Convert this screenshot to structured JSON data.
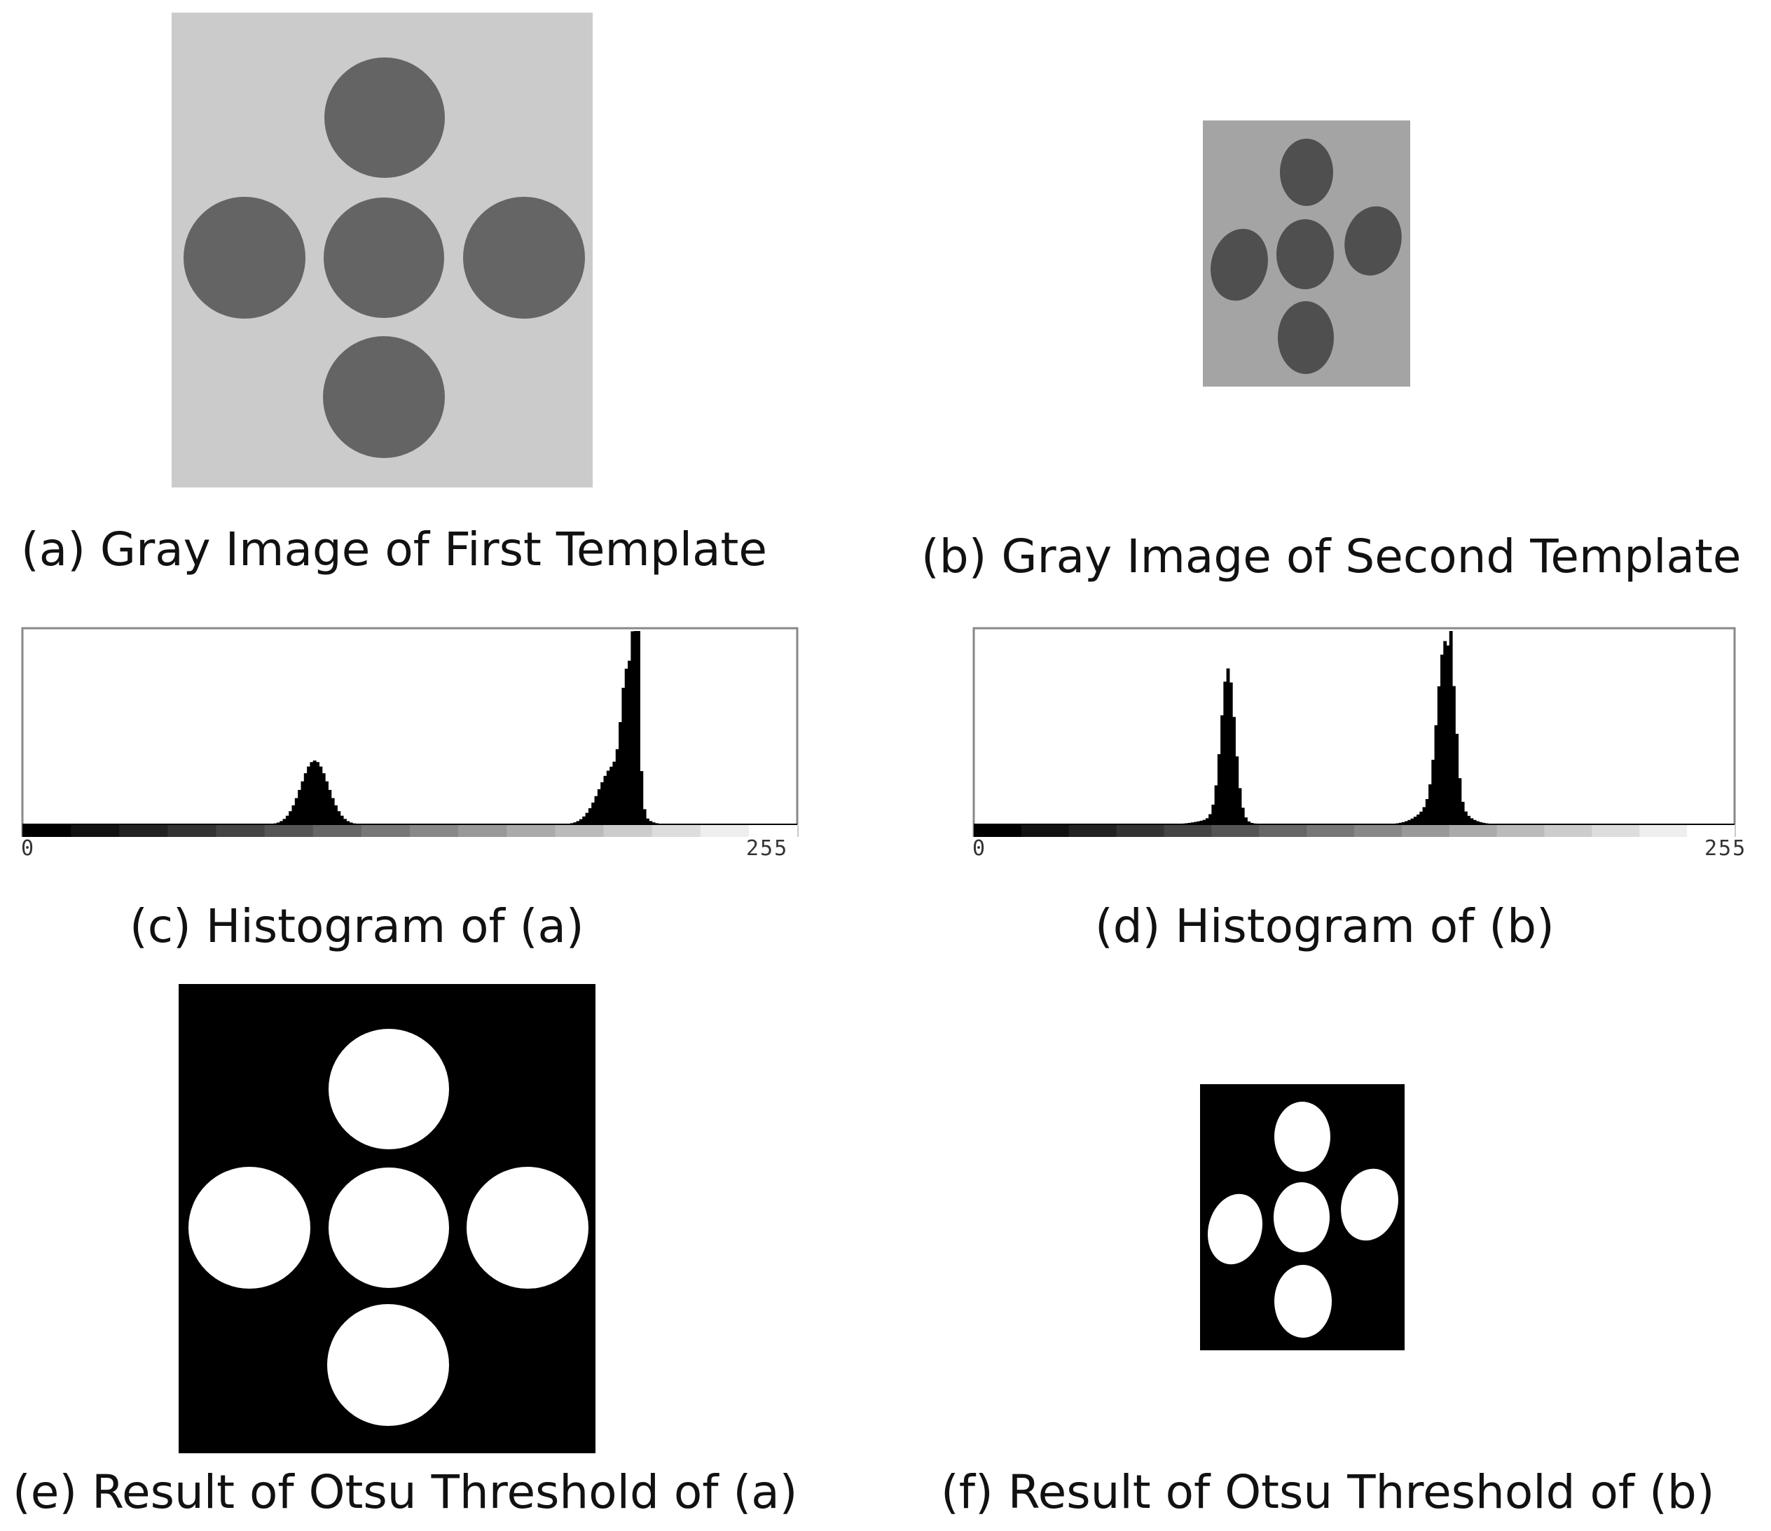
{
  "figure": {
    "captions": {
      "a": "(a) Gray Image of First Template",
      "b": "(b) Gray Image of Second Template",
      "c": "(c) Histogram of (a)",
      "d": "(d) Histogram of (b)",
      "e": "(e) Result of Otsu Threshold of (a)",
      "f": "(f) Result of Otsu Threshold of (b)"
    },
    "colors": {
      "template_a_background": "#cbcbcb",
      "template_a_circle": "#646464",
      "template_b_background": "#a4a4a4",
      "template_b_ellipse": "#4f4f4f",
      "threshold_background": "#000000",
      "threshold_foreground": "#ffffff"
    }
  },
  "chart_data": [
    {
      "type": "bar",
      "panel": "c",
      "xlim": [
        0,
        255
      ],
      "tick_labels": [
        "0",
        "255"
      ],
      "x_gradient_bar": true,
      "peaks": [
        {
          "center": 96,
          "width": 4.5,
          "height": 0.33
        },
        {
          "center": 195,
          "width": 5,
          "height": 0.3
        },
        {
          "center": 199,
          "width": 1.6,
          "height": 0.55
        },
        {
          "center": 202,
          "width": 1.2,
          "height": 0.85
        }
      ],
      "max_bin": 203
    },
    {
      "type": "bar",
      "panel": "d",
      "xlim": [
        0,
        255
      ],
      "tick_labels": [
        "0",
        "255"
      ],
      "x_gradient_bar": true,
      "peaks": [
        {
          "center": 85,
          "width": 2.3,
          "height": 0.78
        },
        {
          "center": 158,
          "width": 2.5,
          "height": 0.82
        },
        {
          "center": 157,
          "width": 6,
          "height": 0.12
        },
        {
          "center": 161,
          "width": 1.2,
          "height": 0.22
        },
        {
          "center": 82,
          "width": 6,
          "height": 0.03
        }
      ],
      "max_bin": 160
    }
  ]
}
